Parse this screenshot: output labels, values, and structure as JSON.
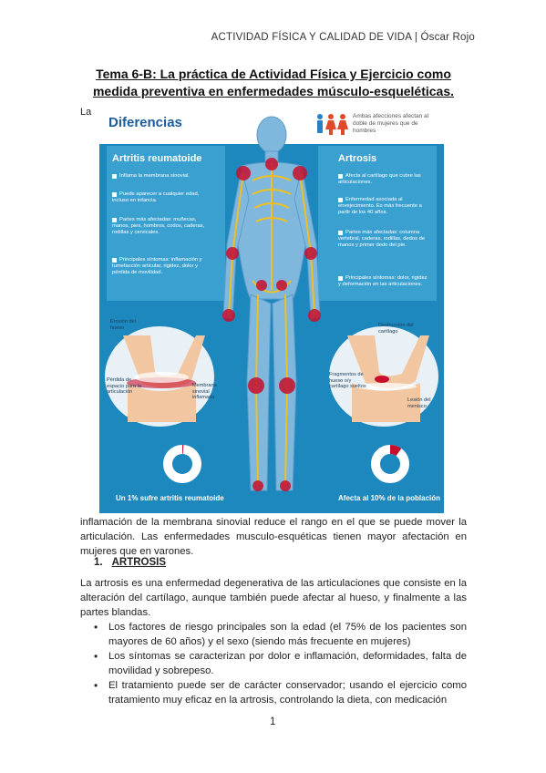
{
  "header": {
    "text": "ACTIVIDAD FÍSICA Y CALIDAD DE VIDA | Óscar Rojo"
  },
  "title": {
    "line1": "Tema 6-B: La práctica de Actividad Física y Ejercicio como",
    "line2": "medida preventiva en enfermedades músculo-esqueléticas."
  },
  "intro_word": "La",
  "figure": {
    "title": "Diferencias",
    "women_note": "Ambas afecciones afectan al doble de mujeres que de hombres",
    "left_panel": {
      "title": "Artritis reumatoide",
      "items": [
        "Inflama la membrana sinovial.",
        "Puede aparecer a cualquier edad, incluso en infancia.",
        "Partes más afectadas: muñecas, manos, pies, hombros, codos, caderas, rodillas y cervicales.",
        "Principales síntomas: inflamación y tumefacción articular, rigidez, dolor y pérdida de movilidad."
      ],
      "label_bone": "Erosión del hueso",
      "label_space": "Pérdida de espacio para la articulación",
      "label_membrane": "Membrana sinovial inflamada",
      "stat": "Un 1% sufre artritis reumatoide",
      "stat_percent": 1
    },
    "right_panel": {
      "title": "Artrosis",
      "items": [
        "Afecta al cartílago que cubre las articulaciones.",
        "Enfermedad asociada al envejecimiento. Es más frecuente a partir de los 40 años.",
        "Partes más afectadas: columna vertebral, caderas, rodillas, dedos de manos y primer dedo del pie.",
        "Principales síntomas: dolor, rigidez y deformación en las articulaciones."
      ],
      "label_cartilage": "Destrucción del cartílago",
      "label_fragment": "Fragmentos de hueso o/y cartílago sueltos",
      "label_meniscus": "Lesión del menisco",
      "stat": "Afecta al 10% de la población",
      "stat_percent": 10
    }
  },
  "paragraph1": "inflamación de la membrana sinovial reduce el rango en el que se puede mover la articulación. Las enfermedades musculo-esquéticas tienen mayor afectación en mujeres que en varones.",
  "section": {
    "number": "1.",
    "title": "ARTROSIS"
  },
  "paragraph2": "La artrosis es una enfermedad degenerativa de las articulaciones que consiste en la alteración del cartílago, aunque también puede afectar al hueso, y finalmente a las partes blandas.",
  "bullets": [
    "Los factores de riesgo principales son la edad (el 75% de los pacientes son mayores de 60 años) y el sexo (siendo más frecuente en mujeres)",
    "Los síntomas se caracterizan por dolor e inflamación, deformidades, falta de movilidad y sobrepeso.",
    "El tratamiento puede ser de carácter conservador; usando el ejercicio como tratamiento muy eficaz en la artrosis, controlando la dieta, con medicación"
  ],
  "page_number": "1",
  "colors": {
    "figure_bg": "#1c88bd",
    "joint_red": "#c8102e",
    "skeleton": "#f0c020"
  }
}
